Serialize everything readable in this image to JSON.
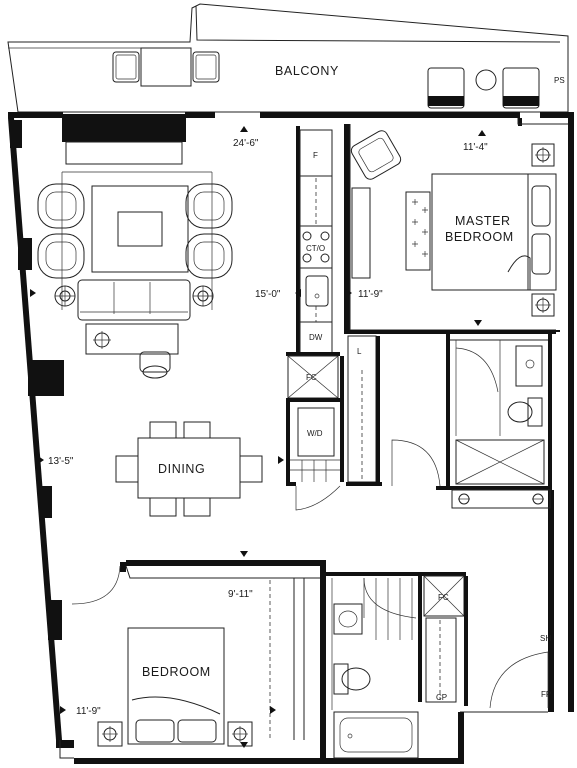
{
  "rooms": {
    "balcony": "BALCONY",
    "master_line1": "MASTER",
    "master_line2": "BEDROOM",
    "dining": "DINING",
    "bedroom": "BEDROOM"
  },
  "dimensions": {
    "living_width": "24'-6\"",
    "master_width": "11'-4\"",
    "kitchen_length": "15'-0\"",
    "master_length": "11'-9\"",
    "dining_length": "13'-5\"",
    "bedroom_width": "9'-11\"",
    "bedroom_length": "11'-9\""
  },
  "fixtures": {
    "ps": "PS",
    "fridge": "F",
    "cooktop": "CT/O",
    "dishwasher": "DW",
    "furnace_closet_1": "FC",
    "washer_dryer": "W/D",
    "linen": "L",
    "furnace_closet_2": "FC",
    "coat_pantry": "CP",
    "shelf": "SH",
    "fire_panel": "FP"
  },
  "colors": {
    "wall": "#111111",
    "line": "#222222"
  }
}
